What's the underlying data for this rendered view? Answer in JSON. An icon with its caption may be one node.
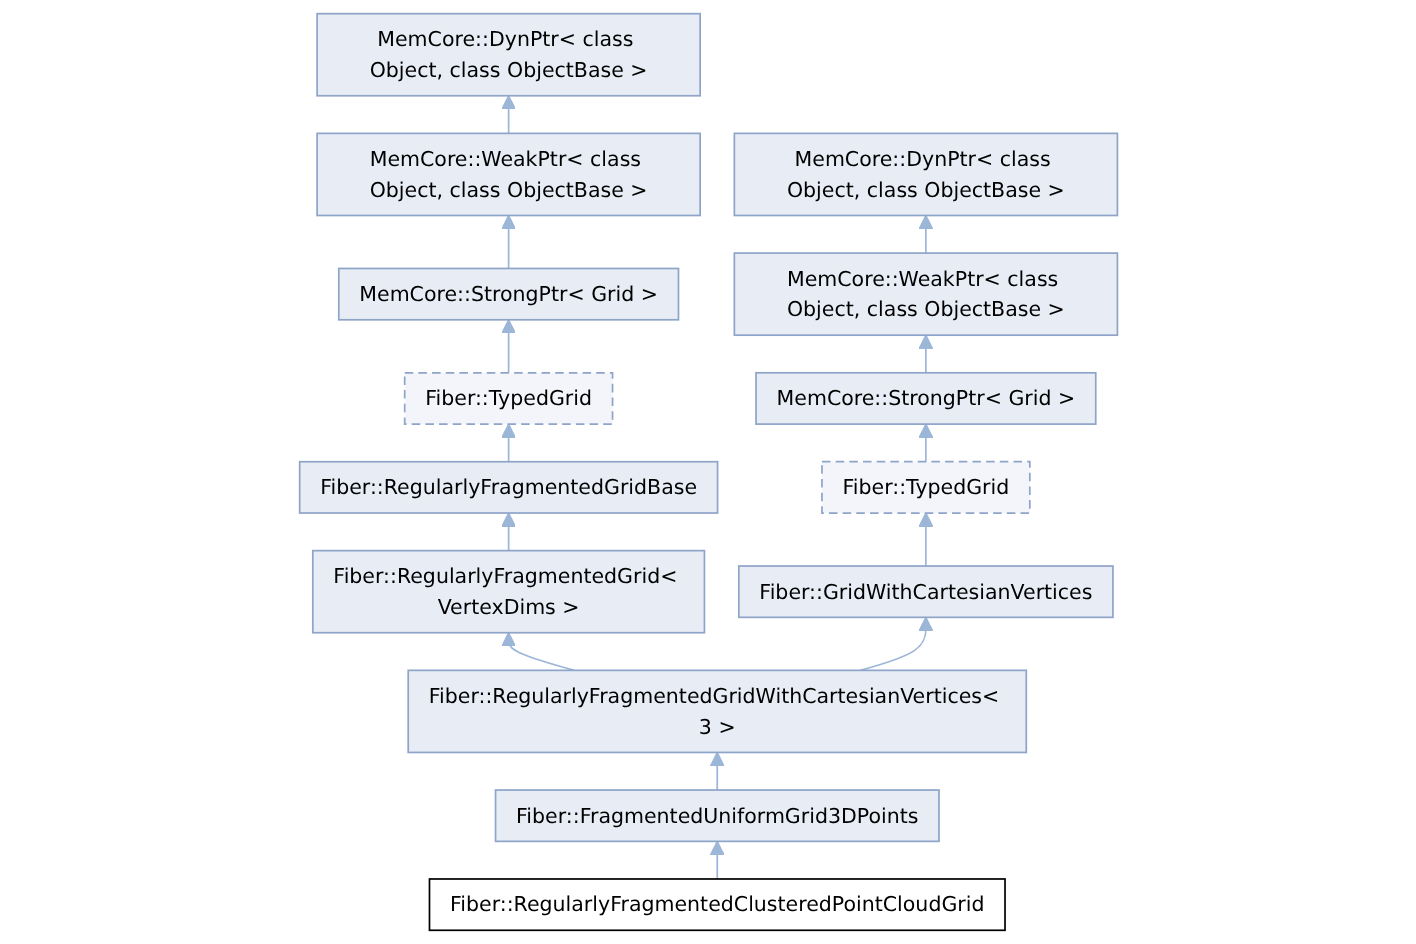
{
  "diagram": {
    "nodes": [
      {
        "text": [
          "MemCore::DynPtr< class Object, class ObjectBase >"
        ]
      },
      {
        "text": [
          "MemCore::WeakPtr< class Object, class ObjectBase >"
        ]
      },
      {
        "text": [
          "MemCore::DynPtr< class Object, class ObjectBase >"
        ]
      },
      {
        "text": [
          "MemCore::StrongPtr< Grid >"
        ]
      },
      {
        "text": [
          "MemCore::WeakPtr< class Object, class ObjectBase >"
        ]
      },
      {
        "text": [
          "Fiber::TypedGrid"
        ]
      },
      {
        "text": [
          "MemCore::StrongPtr< Grid >"
        ]
      },
      {
        "text": [
          "Fiber::RegularlyFragmentedGridBase"
        ]
      },
      {
        "text": [
          "Fiber::TypedGrid"
        ]
      },
      {
        "text": [
          "Fiber::RegularlyFragmentedGrid< VertexDims >"
        ]
      },
      {
        "text": [
          "Fiber::GridWithCartesianVertices"
        ]
      },
      {
        "text": [
          "Fiber::RegularlyFragmentedGridWithCartesianVertices< 3 >"
        ]
      },
      {
        "text": [
          "Fiber::FragmentedUniformGrid3DPoints"
        ]
      },
      {
        "text": [
          "Fiber::RegularlyFragmentedClusteredPointCloudGrid"
        ]
      }
    ],
    "edges": [
      {
        "from": 1,
        "to": 0,
        "arrow": "to"
      },
      {
        "from": 3,
        "to": 1,
        "arrow": "to"
      },
      {
        "from": 5,
        "to": 3,
        "arrow": "to"
      },
      {
        "from": 7,
        "to": 5,
        "arrow": "to"
      },
      {
        "from": 9,
        "to": 7,
        "arrow": "to"
      },
      {
        "from": 4,
        "to": 2,
        "arrow": "to"
      },
      {
        "from": 6,
        "to": 4,
        "arrow": "to"
      },
      {
        "from": 8,
        "to": 6,
        "arrow": "to"
      },
      {
        "from": 10,
        "to": 8,
        "arrow": "to"
      },
      {
        "from": 11,
        "to": 9,
        "arrow": "to"
      },
      {
        "from": 11,
        "to": 10,
        "arrow": "to"
      },
      {
        "from": 12,
        "to": 11,
        "arrow": "to"
      },
      {
        "from": 13,
        "to": 12,
        "arrow": "to"
      }
    ]
  }
}
